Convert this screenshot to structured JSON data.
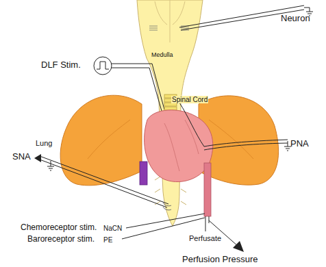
{
  "diagram": {
    "labels": [
      "Neuron",
      "Medulla",
      "DLF Stim.",
      "Spinal Cord",
      "Lung",
      "PNA",
      "SNA",
      "Chemoreceptor stim.",
      "NaCN",
      "Baroreceptor stim.",
      "PE",
      "Perfusate",
      "Perfusion Pressure"
    ]
  }
}
